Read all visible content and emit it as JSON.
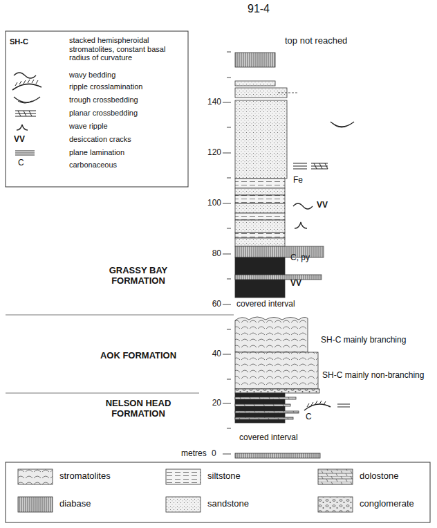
{
  "diagram": {
    "title": "91-4",
    "labels": [
      "SH-C",
      "VV",
      "C",
      "top not reached",
      "140",
      "120",
      "100",
      "80",
      "60",
      "40",
      "20",
      "covered interval",
      "GRASSY BAY FORMATION",
      "C, py",
      "VV",
      "Fe",
      "VV",
      "SH-C mainly branching",
      "SH-C mainly non-branching",
      "AOK FORMATION",
      "C",
      "NELSON HEAD FORMATION",
      "covered interval",
      "metres",
      "0"
    ],
    "legend": [
      {
        "text": "stacked hemispheroidal stromatolites, constant basal radius of curvature"
      },
      {
        "text": "wavy bedding"
      },
      {
        "text": "ripple crosslamination"
      },
      {
        "text": "trough crossbedding"
      },
      {
        "text": "planar crossbedding"
      },
      {
        "text": "wave ripple"
      },
      {
        "text": "desiccation cracks"
      },
      {
        "text": "plane lamination"
      },
      {
        "text": "carbonaceous"
      },
      {
        "text": "stromatolites"
      },
      {
        "text": "siltstone"
      },
      {
        "text": "dolostone"
      },
      {
        "text": "diabase"
      },
      {
        "text": "sandstone"
      },
      {
        "text": "conglomerate"
      }
    ]
  }
}
